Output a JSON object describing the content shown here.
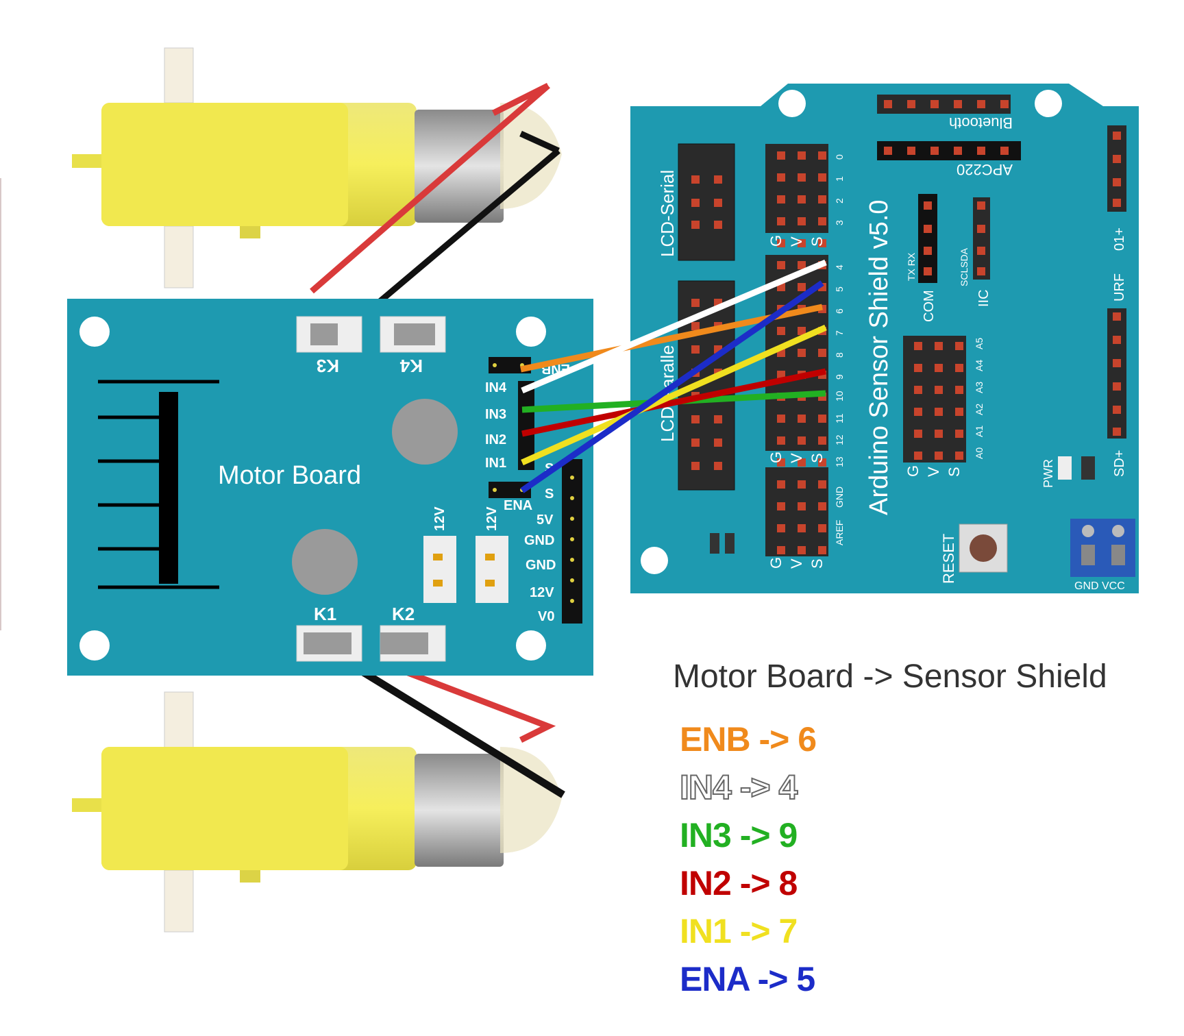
{
  "motor_board": {
    "title": "Motor Board",
    "connectors": [
      "K3",
      "K4",
      "K1",
      "K2"
    ],
    "side_labels": [
      "ENB",
      "IN4",
      "IN3",
      "IN2",
      "IN1",
      "ENA"
    ],
    "header_labels": [
      "S",
      "S",
      "5V",
      "GND",
      "GND",
      "12V",
      "V0"
    ],
    "jumper_labels": [
      "12V",
      "12V"
    ]
  },
  "shield": {
    "title": "Arduino Sensor Shield v5.0",
    "lcd_serial": "LCD-Serial",
    "lcd_parallel": "LCD-Paralle",
    "bluetooth": "Bluetooth",
    "apc220": "APC220",
    "pin_numbers_top": [
      "0",
      "1",
      "2",
      "3",
      "4",
      "5",
      "6",
      "7",
      "8",
      "9",
      "10",
      "11",
      "12",
      "13",
      "GND",
      "AREF"
    ],
    "gvs": [
      "G",
      "V",
      "S"
    ],
    "com": "COM",
    "txrx": "TX RX",
    "iic": "IIC",
    "sclsda": "SCLSDA",
    "analog": [
      "A0",
      "A1",
      "A2",
      "A3",
      "A4",
      "A5"
    ],
    "urf": "URF",
    "o1": "01+",
    "sd": "SD+",
    "pwr": "PWR",
    "reset": "RESET",
    "terminal": "GND VCC"
  },
  "legend": {
    "title": "Motor Board -> Sensor Shield",
    "rows": [
      {
        "text": "ENB -> 6",
        "color": "#F08A1C"
      },
      {
        "text": "IN4 -> 4",
        "color": "#FFFFFF"
      },
      {
        "text": "IN3 -> 9",
        "color": "#22B022"
      },
      {
        "text": "IN2 -> 8",
        "color": "#C00000"
      },
      {
        "text": "IN1 -> 7",
        "color": "#F0E020"
      },
      {
        "text": "ENA -> 5",
        "color": "#1C2CC8"
      }
    ]
  },
  "colors": {
    "board": "#1E9AB0",
    "motor_yellow": "#F4EC60",
    "wire_red": "#D93A3A",
    "wire_black": "#111111"
  }
}
